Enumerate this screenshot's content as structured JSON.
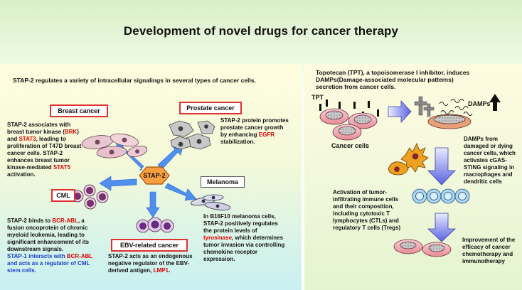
{
  "title": "Development of novel drugs for cancer therapy",
  "left": {
    "heading": "STAP-2 regulates a variety of intracellular signalings in several types of cancer cells.",
    "center_label": "STAP-2",
    "breast": {
      "label": "Breast cancer",
      "t1": "STAP-2 associates with",
      "t2a": "breast tumor kinase (",
      "t2b": "BRK",
      "t2c": ")",
      "t3a": "and ",
      "t3b": "STAT3",
      "t3c": ", leading to",
      "t4": "proliferation of T47D breast",
      "t5": "cancer cells. STAP-2",
      "t6": "enhances breast tumor",
      "t7a": "kinase-mediated ",
      "t7b": "STAT5",
      "t8": "activation."
    },
    "prostate": {
      "label": "Prostate cancer",
      "t1": "STAP-2 protein promotes",
      "t2": "prostate cancer growth",
      "t3a": "by enhancing ",
      "t3b": "EGFR",
      "t4": "stabilization."
    },
    "cml": {
      "label": "CML",
      "t1a": "STAP-2 binds to ",
      "t1b": "BCR-ABL",
      "t1c": ", a",
      "t2": "fusion oncoprotein of chronic",
      "t3": "myeloid leukemia, leading to",
      "t4": "significant enhancement of its",
      "t5": "downstream signals.",
      "t6a": "STAP-1 interacts with ",
      "t6b": "BCR-ABL",
      "t7": "and acts as a regulator of CML",
      "t8": "stem cells."
    },
    "ebv": {
      "label": "EBV-related cancer",
      "t1": "STAP-2 acts as an endogenous",
      "t2": "negative regulator of the EBV-",
      "t3a": "derived antigen, ",
      "t3b": "LMP1",
      "t3c": "."
    },
    "melanoma": {
      "label": "Melanoma",
      "t1": "In B16F10 melanoma cells,",
      "t2": "STAP-2 positively regulates",
      "t3": "the protein levels of",
      "t4a": "tyrosinase",
      "t4b": ", which determines",
      "t5": "tumor invasion via controlling",
      "t6": "chemokine receptor",
      "t7": "expression."
    }
  },
  "right": {
    "intro1": "Topotecan (TPT), a topoisomerase I inhibitor, induces",
    "intro2": "DAMPs(Damage-associated molecular patterns)",
    "intro3": "secretion from cancer cells.",
    "tpt": "TPT",
    "damps": "DAMPs",
    "cancer_cells": "Cancer cells",
    "d1": "DAMPs from",
    "d2": "damaged or dying",
    "d3": "cancer cells, which",
    "d4": "activates cGAS-",
    "d5": "STING signaling in",
    "d6": "macrophages and",
    "d7": "dendritic cells",
    "a1": "Activation of tumor-",
    "a2": "infiltrating immune cells",
    "a3": "and their composition,",
    "a4": "including cytotoxic T",
    "a5": "lymphocytes (CTLs) and",
    "a6": "regulatory T cells (Tregs)",
    "i1": "Improvement of the",
    "i2": "efficacy of cancer",
    "i3": "chemotherapy and",
    "i4": "immunotherapy"
  },
  "colors": {
    "red_text": "#e00000",
    "blue_text": "#1a3fd0",
    "arrow_blue": "#4f8ff0",
    "stap2_orange": "#f8a040"
  }
}
